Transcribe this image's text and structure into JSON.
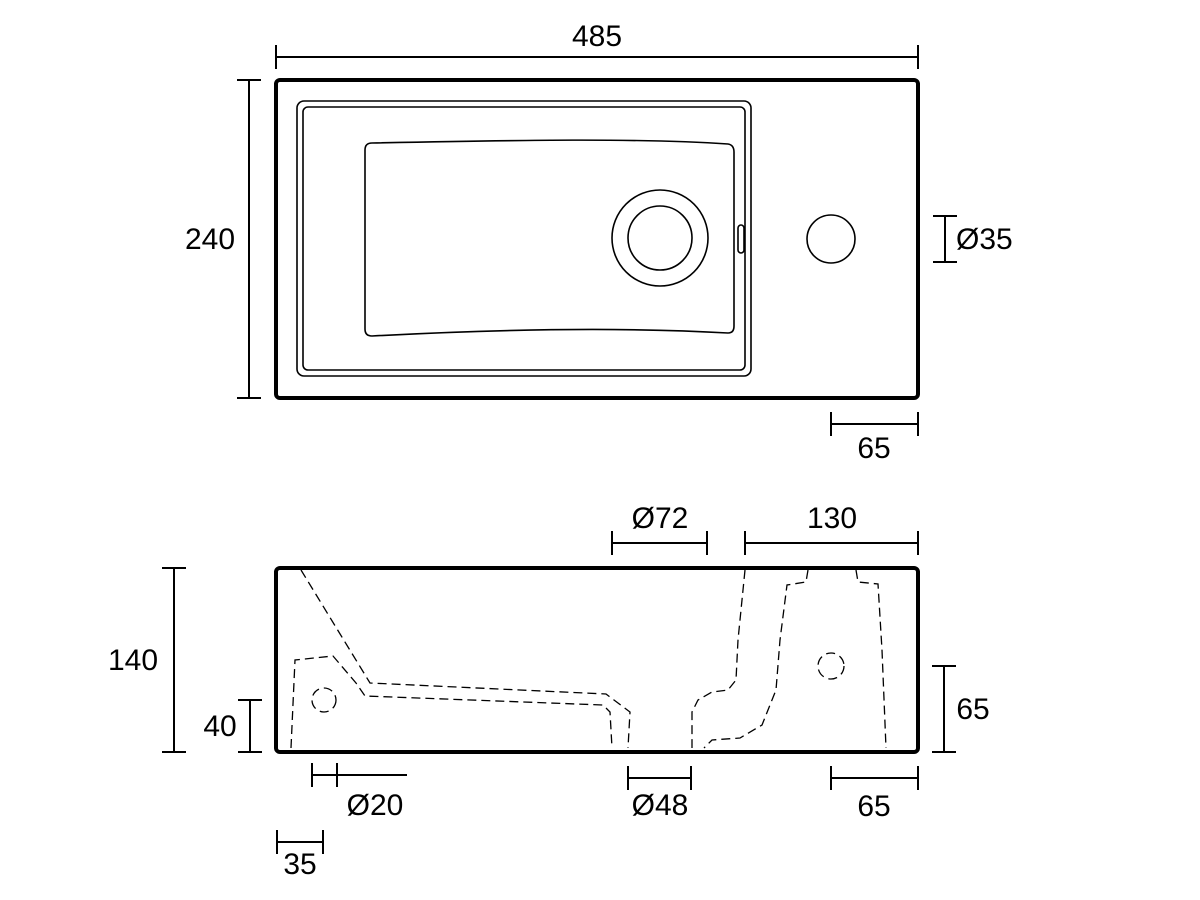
{
  "drawing": {
    "top_view": {
      "width_label": "485",
      "height_label": "240",
      "tap_hole_label": "Ø35",
      "tap_offset_label": "65"
    },
    "side_view": {
      "drain_label": "Ø72",
      "right_offset_label": "130",
      "height_label": "140",
      "overflow_height_label": "40",
      "right_height_label": "65",
      "overflow_dia_label": "Ø20",
      "outlet_dia_label": "Ø48",
      "bottom_right_label": "65",
      "left_offset_label": "35"
    }
  }
}
